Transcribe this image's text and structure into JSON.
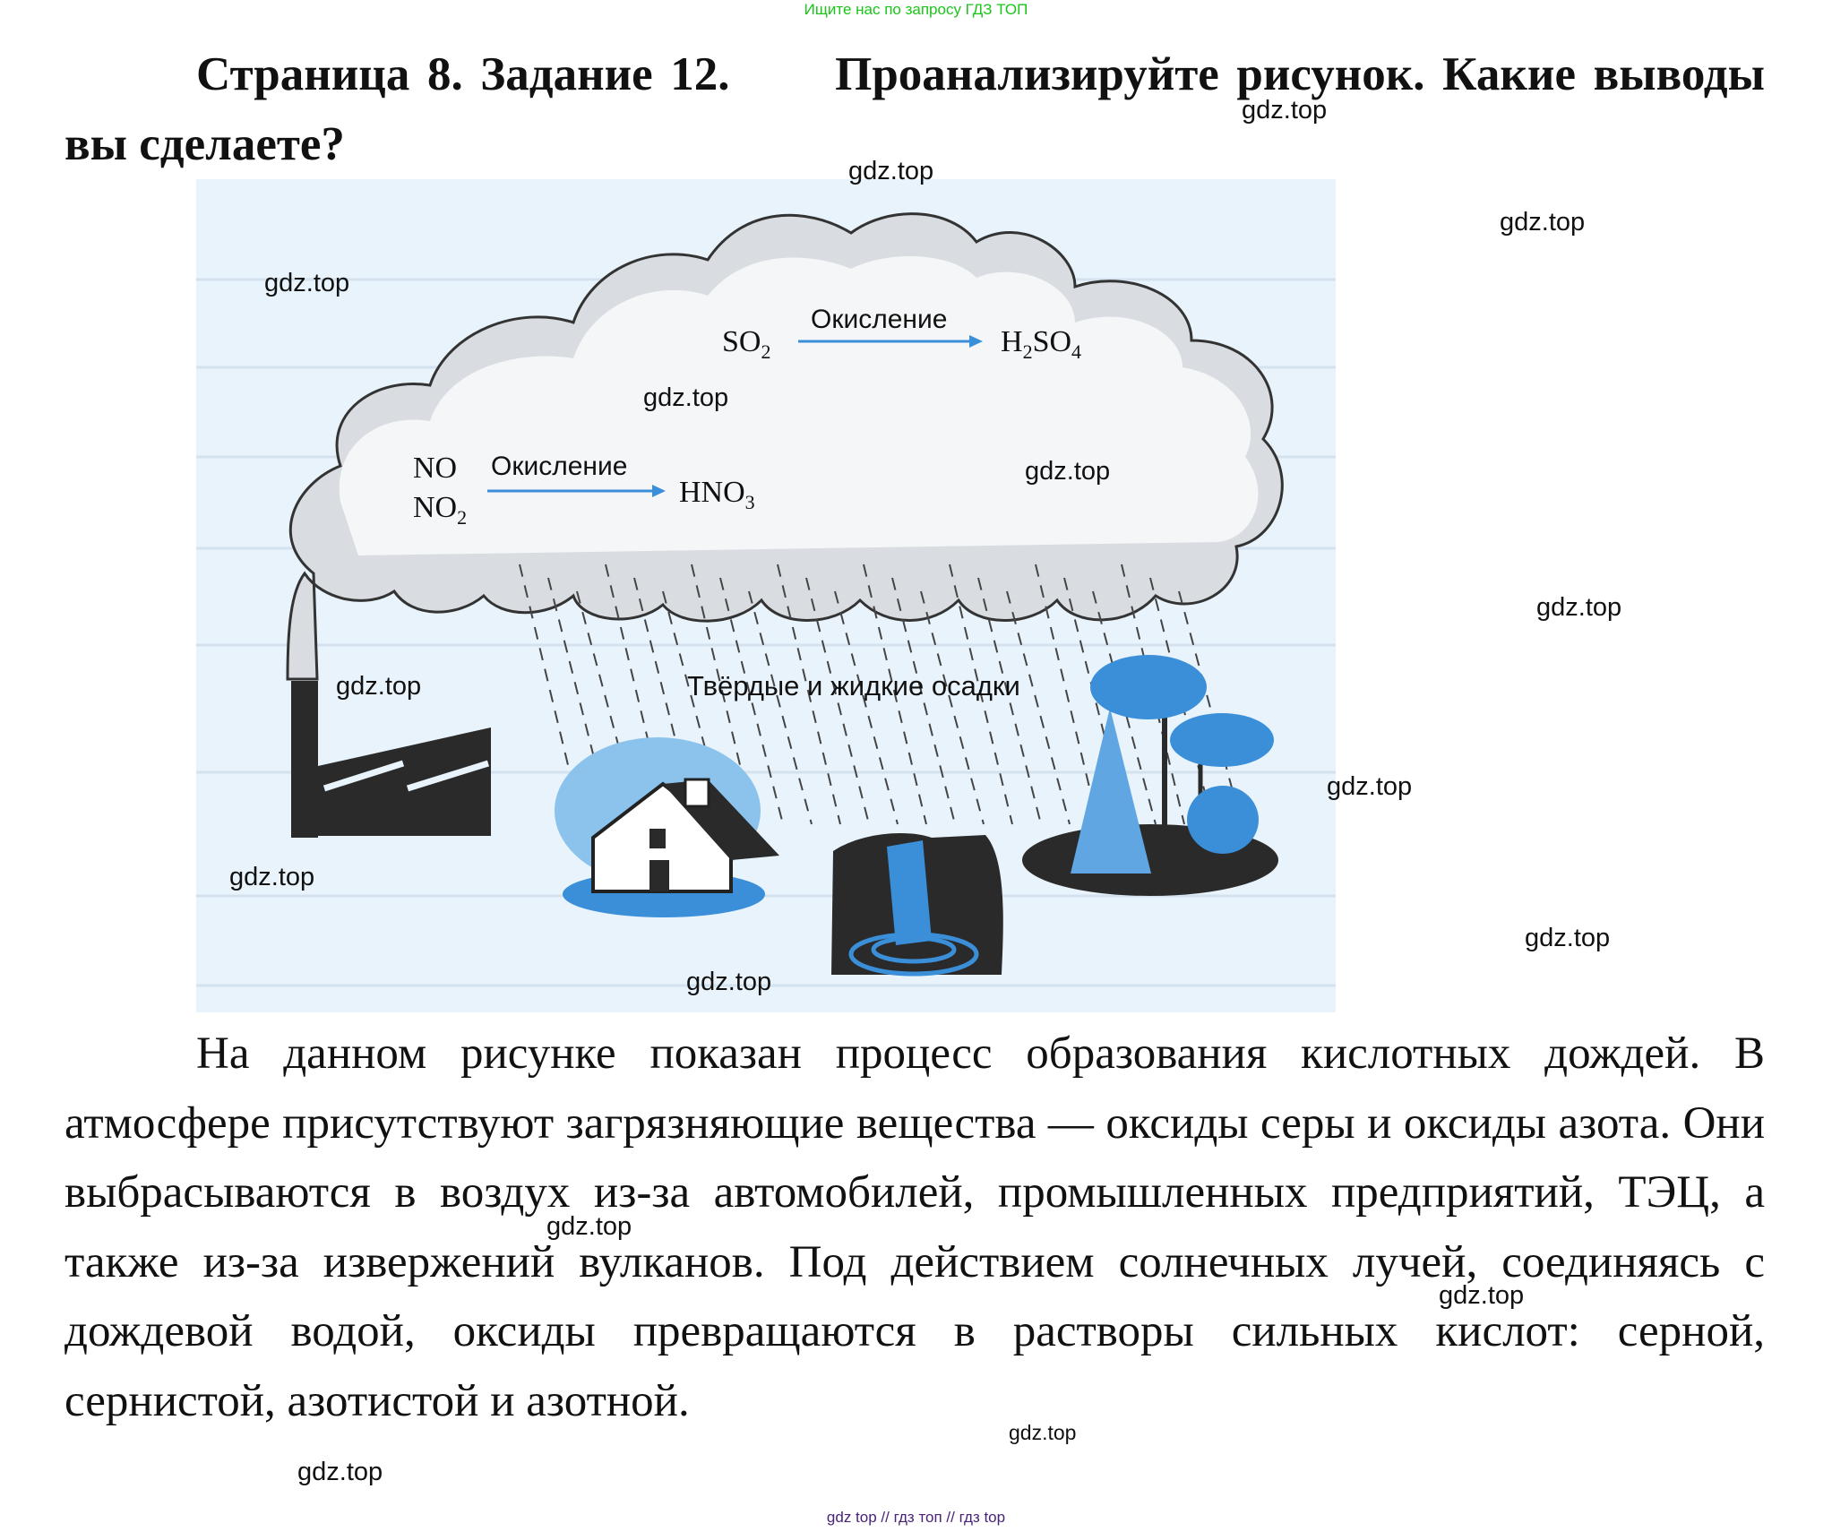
{
  "banner": {
    "text": "Ищите нас по запросу ГДЗ ТОП"
  },
  "task": {
    "heading": "Страница 8. Задание 12.",
    "question": "Проанализируйте рисунок. Какие выводы вы сделаете?"
  },
  "figure": {
    "reaction_sulfur": {
      "reactant": "SO",
      "reactant_sub": "2",
      "label": "Окисление",
      "product_a": "H",
      "product_sub1": "2",
      "product_b": "SO",
      "product_sub2": "4"
    },
    "reaction_nitrogen": {
      "reactant1": "NO",
      "reactant2": "NO",
      "reactant2_sub": "2",
      "label": "Окисление",
      "product": "HNO",
      "product_sub": "3"
    },
    "precipitation_label": "Твёрдые и жидкие осадки",
    "colors": {
      "blue": "#3b8fd9",
      "light_blue": "#8cc3ec",
      "dark": "#2a2a2a",
      "bg": "#e8f3fb"
    }
  },
  "answer": {
    "text": "На данном рисунке показан процесс образования кислотных дождей. В атмосфере присутствуют загрязняющие вещества — оксиды серы и оксиды азота. Они выбрасываются в воздух из-за автомобилей, промышленных предприятий, ТЭЦ, а также из-за извержений вулканов. Под действием солнечных лучей, соединяясь с дождевой водой, оксиды превращаются в растворы сильных кислот: серной, сернистой, азотистой и азотной."
  },
  "watermark": "gdz.top",
  "footer": {
    "text": "gdz top  //  гдз топ  //  гдз top"
  }
}
